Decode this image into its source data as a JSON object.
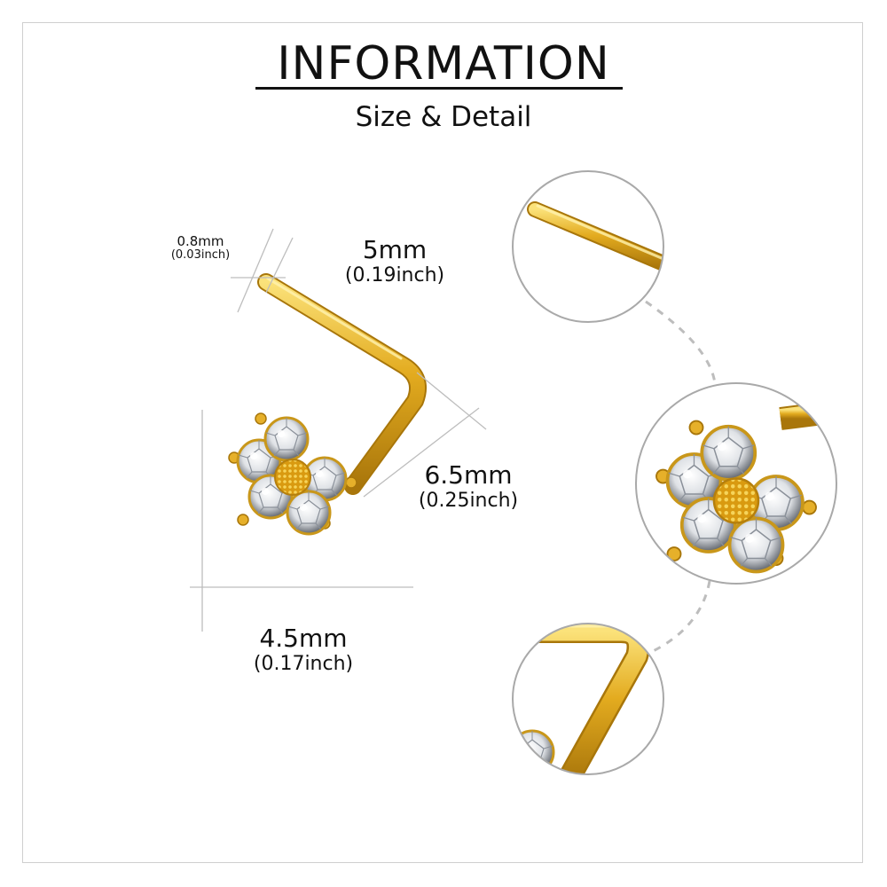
{
  "header": {
    "title": "INFORMATION",
    "subtitle": "Size & Detail"
  },
  "dimensions": {
    "gauge": {
      "mm": "0.8mm",
      "inch": "(0.03inch)"
    },
    "bar_length": {
      "mm": "5mm",
      "inch": "(0.19inch)"
    },
    "post_length": {
      "mm": "6.5mm",
      "inch": "(0.25inch)"
    },
    "top_width": {
      "mm": "4.5mm",
      "inch": "(0.17inch)"
    }
  },
  "colors": {
    "gold": "#e0a91c",
    "gold_dark": "#a8760a",
    "gold_light": "#f7d760",
    "gem": "#e9ecef",
    "gem_dark": "#6b7078",
    "guide_line": "#bdbdbd",
    "frame": "#cfcfcf"
  }
}
